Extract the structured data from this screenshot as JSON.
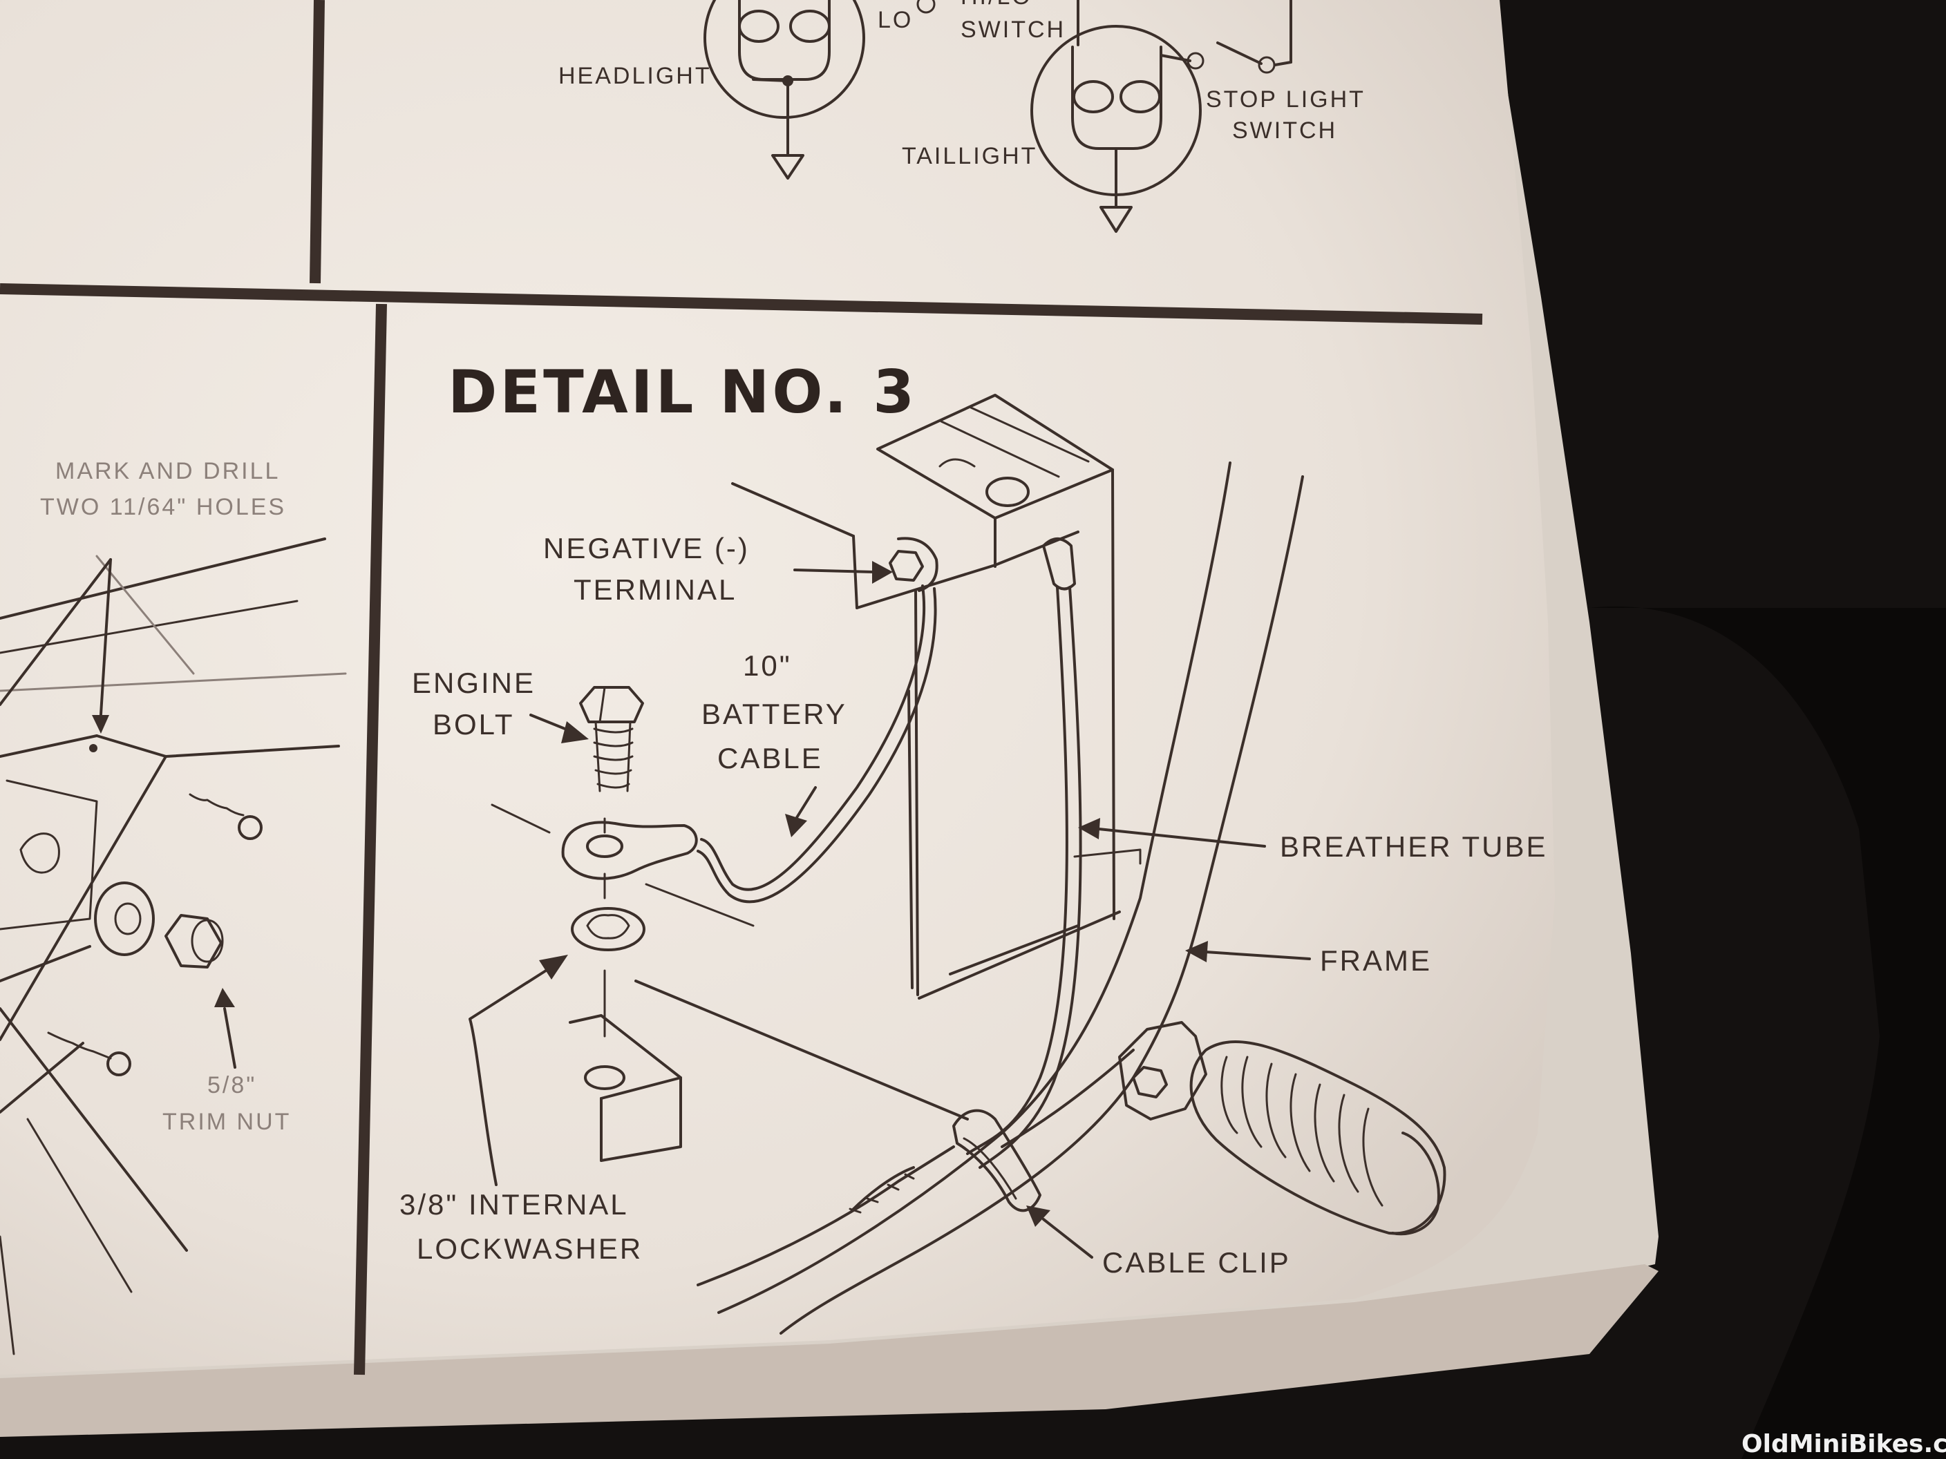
{
  "wiring_panel": {
    "headlight": "HEADLIGHT",
    "lo": "LO",
    "hi_lo_switch_line1": "HI/LO",
    "hi_lo_switch_line2": "SWITCH",
    "taillight": "TAILLIGHT",
    "stop_light_switch_line1": "STOP LIGHT",
    "stop_light_switch_line2": "SWITCH"
  },
  "left_panel": {
    "mark_drill_line1": "MARK AND DRILL",
    "mark_drill_line2": "TWO 11/64\" HOLES",
    "trim_nut_line1": "5/8\"",
    "trim_nut_line2": "TRIM NUT"
  },
  "detail_panel": {
    "title": "DETAIL NO. 3",
    "negative_terminal_line1": "NEGATIVE (-)",
    "negative_terminal_line2": "TERMINAL",
    "engine_bolt_line1": "ENGINE",
    "engine_bolt_line2": "BOLT",
    "battery_cable_line1": "10\"",
    "battery_cable_line2": "BATTERY",
    "battery_cable_line3": "CABLE",
    "breather_tube": "BREATHER TUBE",
    "frame": "FRAME",
    "lockwasher_line1": "3/8\" INTERNAL",
    "lockwasher_line2": "LOCKWASHER",
    "cable_clip": "CABLE CLIP"
  },
  "watermark": "OldMiniBikes.com",
  "colors": {
    "paper": "#efe8e1",
    "ink": "#3b2f2a",
    "background": "#141110"
  }
}
